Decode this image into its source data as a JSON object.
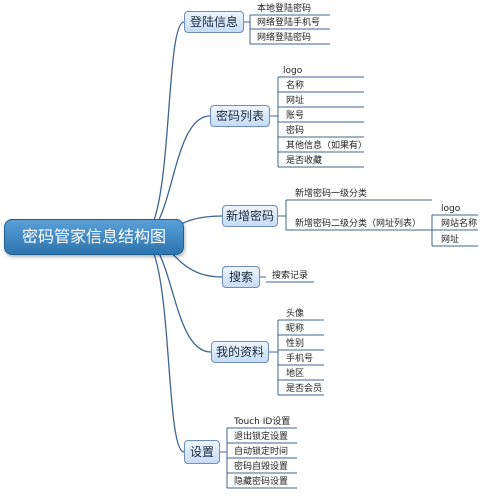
{
  "root": "密码管家信息结构图",
  "branches": [
    {
      "label": "登陆信息",
      "items": [
        "本地登陆密码",
        "网络登陆手机号",
        "网络登陆密码"
      ]
    },
    {
      "label": "密码列表",
      "items": [
        "logo",
        "名称",
        "网址",
        "账号",
        "密码",
        "其他信息（如果有）",
        "是否收藏"
      ]
    },
    {
      "label": "新增密码",
      "items": [
        "新增密码一级分类",
        "新增密码二级分类（网址列表）"
      ],
      "sub_items": [
        "logo",
        "网站名称",
        "网址"
      ]
    },
    {
      "label": "搜索",
      "items": [
        "搜索记录"
      ]
    },
    {
      "label": "我的资料",
      "items": [
        "头像",
        "昵称",
        "性别",
        "手机号",
        "地区",
        "是否会员"
      ]
    },
    {
      "label": "设置",
      "items": [
        "Touch ID设置",
        "退出锁定设置",
        "自动锁定时间",
        "密码自毁设置",
        "隐藏密码设置"
      ]
    }
  ],
  "colors": {
    "line": "#3d6591",
    "topic_border": "#6f8eb8",
    "root_fill": "#3b82c0"
  }
}
